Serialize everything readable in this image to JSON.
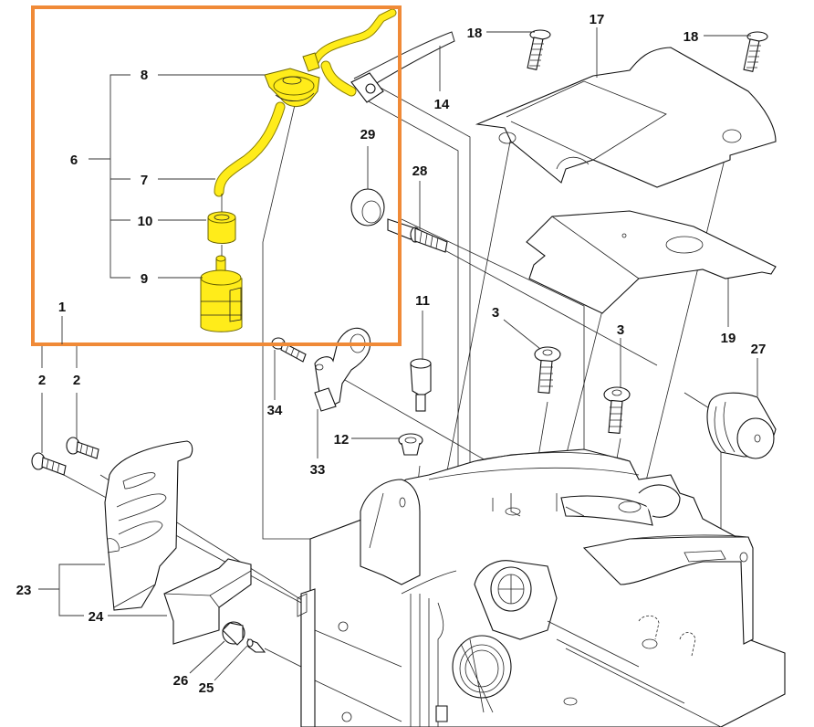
{
  "diagram": {
    "title": "Exploded parts diagram - fuel system and tank housing",
    "highlight_color": "#f08a37",
    "highlight_group_color": "#ffec1a",
    "callouts": [
      {
        "id": "c1",
        "label": "1"
      },
      {
        "id": "c2a",
        "label": "2"
      },
      {
        "id": "c2b",
        "label": "2"
      },
      {
        "id": "c3a",
        "label": "3"
      },
      {
        "id": "c3b",
        "label": "3"
      },
      {
        "id": "c6",
        "label": "6"
      },
      {
        "id": "c7",
        "label": "7"
      },
      {
        "id": "c8",
        "label": "8"
      },
      {
        "id": "c9",
        "label": "9"
      },
      {
        "id": "c10",
        "label": "10"
      },
      {
        "id": "c11",
        "label": "11"
      },
      {
        "id": "c12",
        "label": "12"
      },
      {
        "id": "c14",
        "label": "14"
      },
      {
        "id": "c17",
        "label": "17"
      },
      {
        "id": "c18a",
        "label": "18"
      },
      {
        "id": "c18b",
        "label": "18"
      },
      {
        "id": "c19",
        "label": "19"
      },
      {
        "id": "c23",
        "label": "23"
      },
      {
        "id": "c24",
        "label": "24"
      },
      {
        "id": "c25",
        "label": "25"
      },
      {
        "id": "c26",
        "label": "26"
      },
      {
        "id": "c27",
        "label": "27"
      },
      {
        "id": "c28",
        "label": "28"
      },
      {
        "id": "c29",
        "label": "29"
      },
      {
        "id": "c33",
        "label": "33"
      },
      {
        "id": "c34",
        "label": "34"
      }
    ],
    "highlighted_group": {
      "label": "6",
      "members": [
        "7",
        "8",
        "9",
        "10"
      ]
    }
  }
}
